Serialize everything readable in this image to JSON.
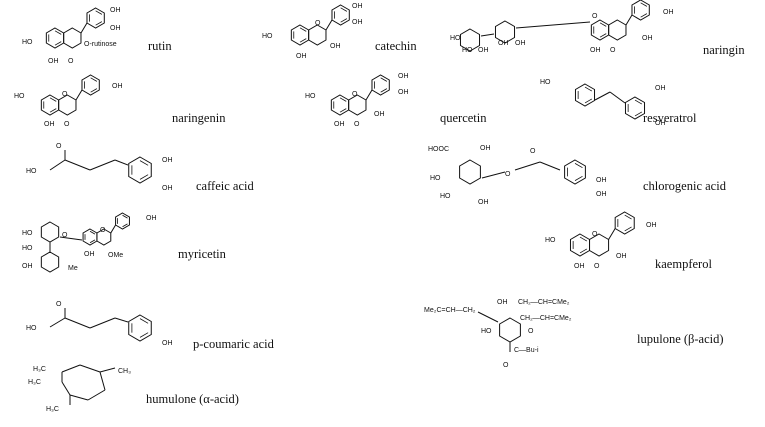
{
  "molecules": [
    {
      "name": "rutin",
      "atoms": [
        "HO",
        "OH",
        "O",
        "OH",
        "OH",
        "O-rutinose"
      ]
    },
    {
      "name": "catechin",
      "atoms": [
        "HO",
        "OH",
        "OH",
        "OH",
        "OH",
        "O"
      ]
    },
    {
      "name": "naringin",
      "atoms": [
        "OH",
        "OH",
        "O",
        "OH",
        "HO",
        "HO",
        "OH",
        "OH",
        "OH",
        "O"
      ]
    },
    {
      "name": "naringenin",
      "atoms": [
        "HO",
        "OH",
        "O",
        "OH",
        "O"
      ]
    },
    {
      "name": "quercetin",
      "atoms": [
        "HO",
        "OH",
        "O",
        "OH",
        "OH",
        "OH",
        "O"
      ]
    },
    {
      "name": "resveratrol",
      "atoms": [
        "HO",
        "OH",
        "OH"
      ]
    },
    {
      "name": "caffeic acid",
      "atoms": [
        "HO",
        "O",
        "OH",
        "OH"
      ]
    },
    {
      "name": "chlorogenic acid",
      "atoms": [
        "HOOC",
        "OH",
        "HO",
        "HO",
        "OH",
        "O",
        "O",
        "OH",
        "OH"
      ]
    },
    {
      "name": "myricetin",
      "atoms": [
        "OH",
        "OMe",
        "OH",
        "O",
        "HO",
        "HO",
        "OH",
        "Me",
        "O"
      ]
    },
    {
      "name": "kaempferol",
      "atoms": [
        "HO",
        "OH",
        "O",
        "OH",
        "OH",
        "O"
      ]
    },
    {
      "name": "p-coumaric acid",
      "atoms": [
        "HO",
        "O",
        "OH"
      ]
    },
    {
      "name": "lupulone (β-acid)",
      "atoms": [
        "Me₂C=CH—CH₂",
        "OH",
        "CH₂—CH=CMe₂",
        "CH₂—CH=CMe₂",
        "HO",
        "O",
        "C—Bu-i",
        "O"
      ]
    },
    {
      "name": "humulone (α-acid)",
      "atoms": [
        "H₃C",
        "H₃C",
        "CH₃",
        "H₃C"
      ]
    }
  ]
}
